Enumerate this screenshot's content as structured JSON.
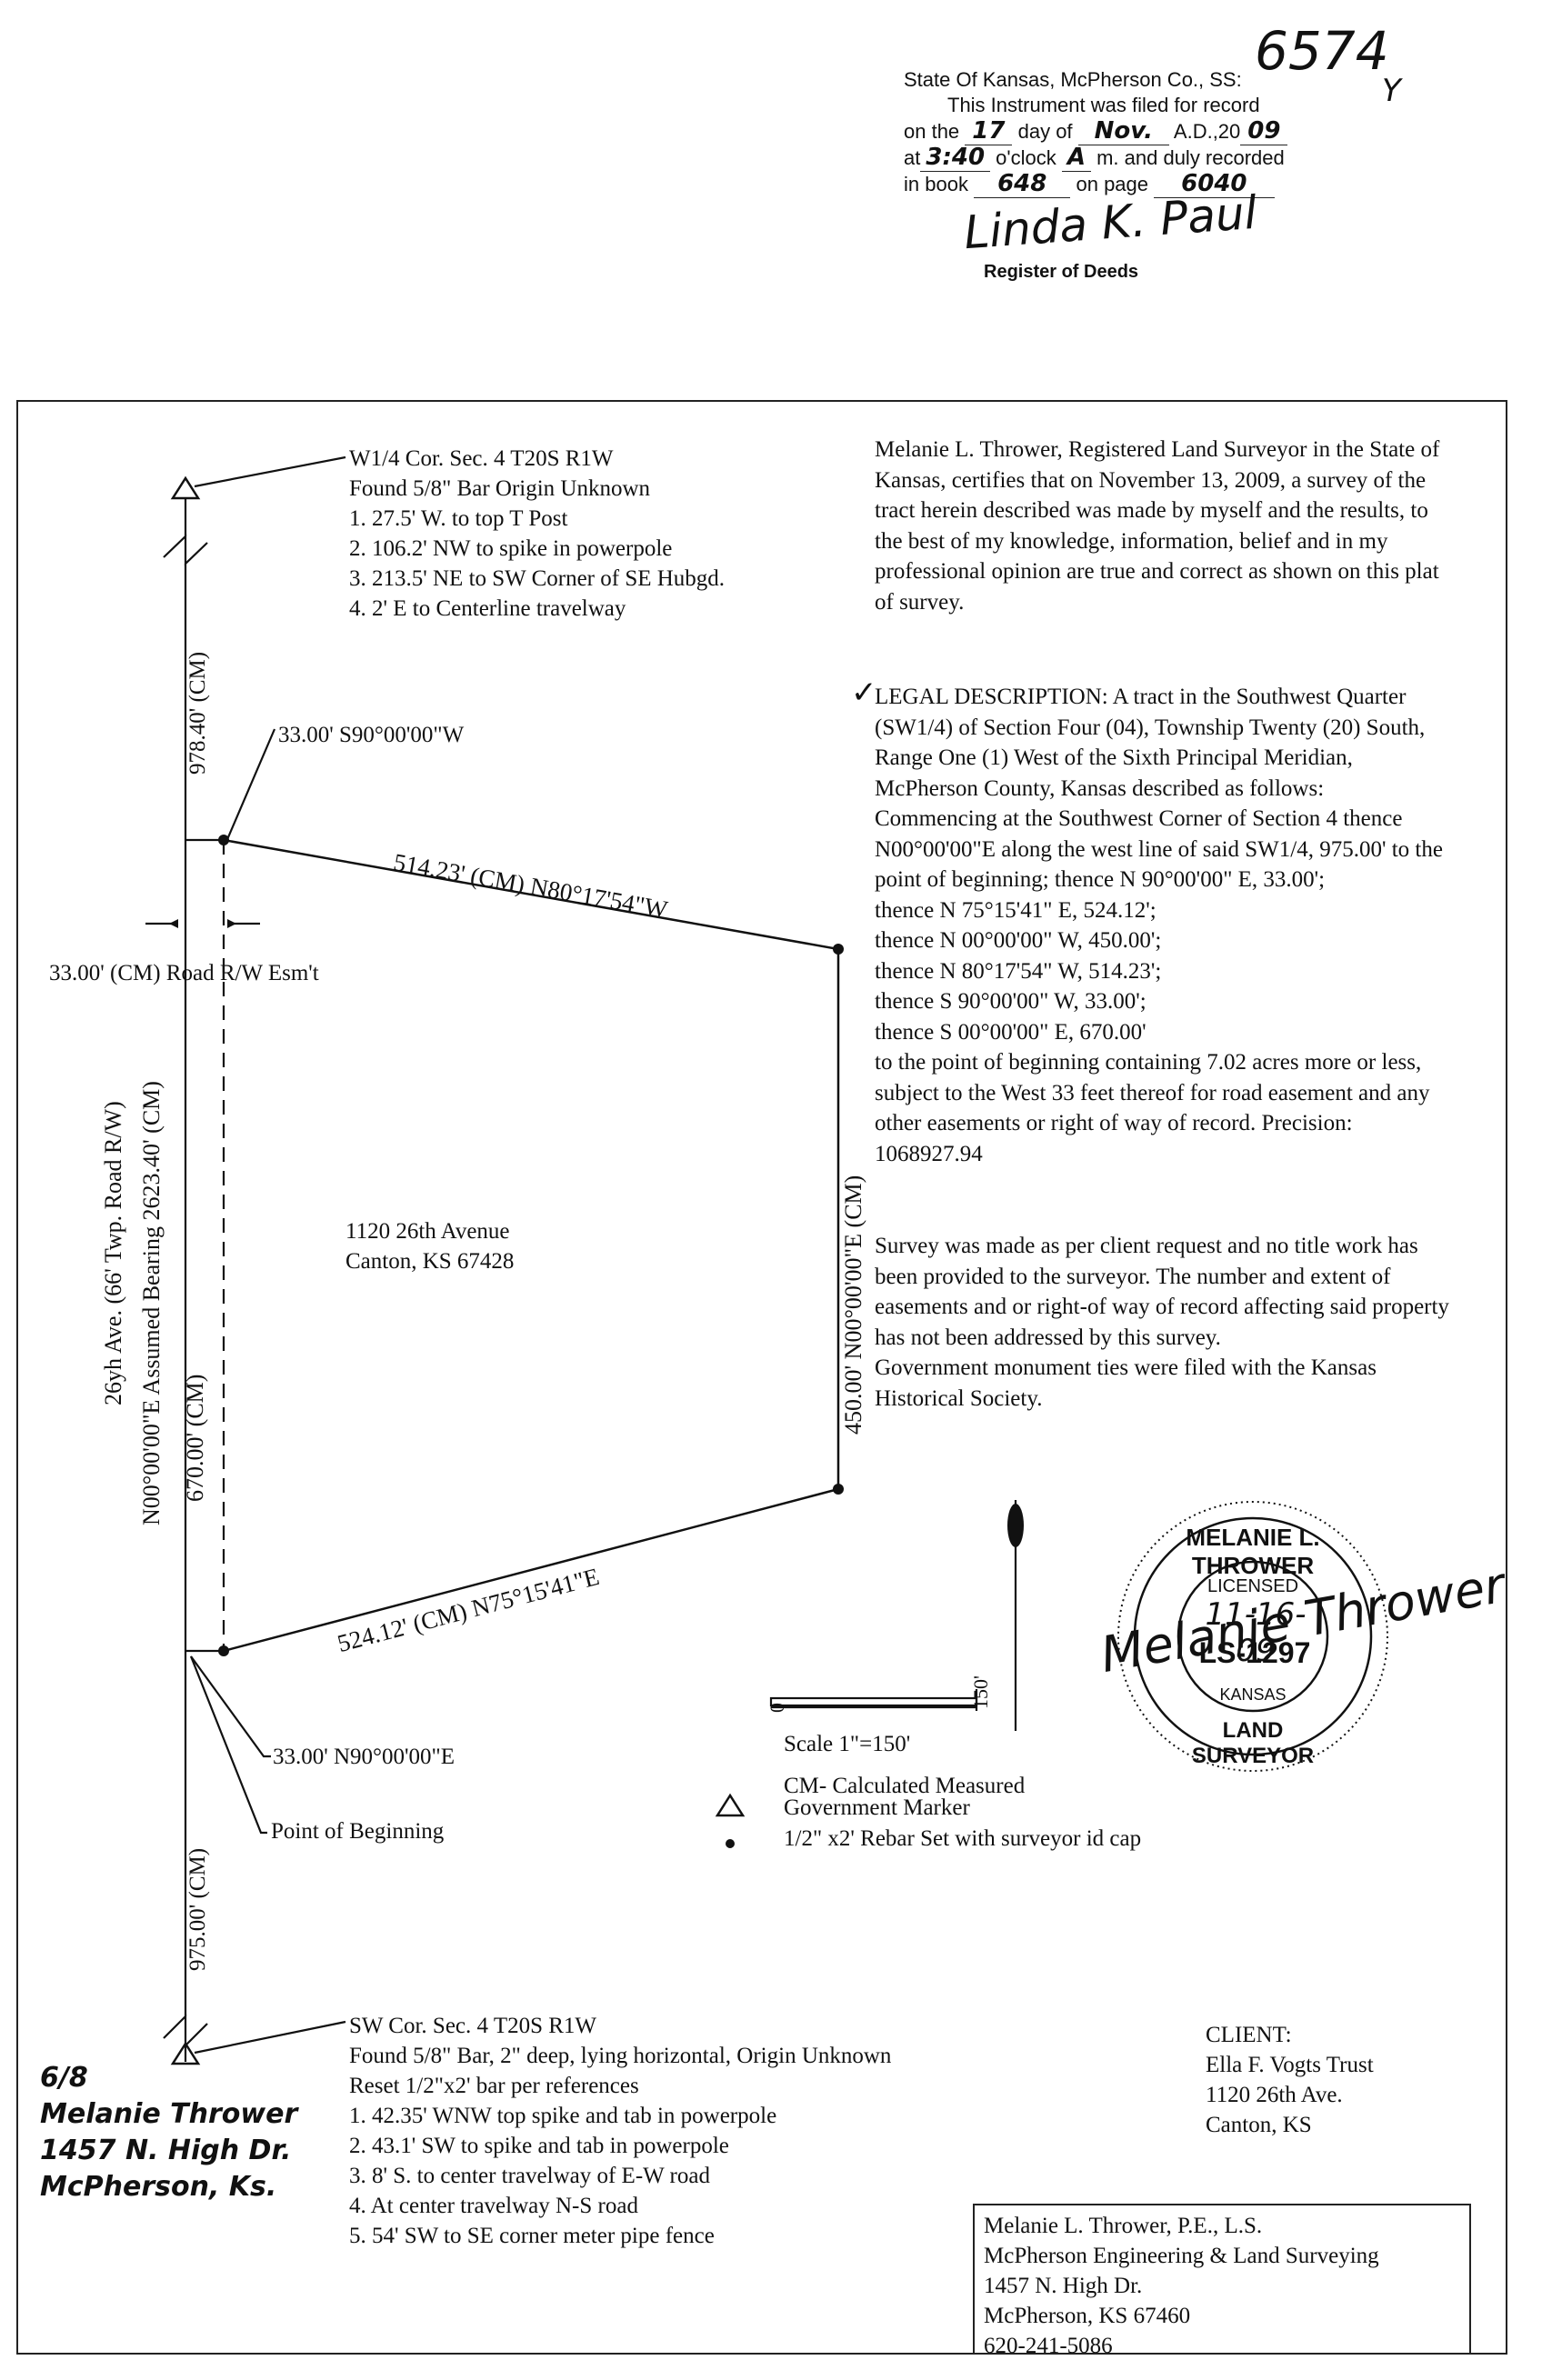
{
  "record": {
    "doc_number": "6574",
    "doc_mark": "Y",
    "line1": "State Of Kansas, McPherson Co., SS:",
    "line2": "This Instrument was filed for record",
    "on_the": "on the",
    "day_val": "17",
    "day_of": "day of",
    "month_val": "Nov.",
    "ad": "A.D.,20",
    "year_val": "09",
    "at": "at",
    "time_val": "3:40",
    "oclock": "o'clock",
    "ampm_val": "A",
    "recorded": "m. and duly recorded",
    "in_book": "in book",
    "book_val": "648",
    "on_page": "on page",
    "page_val": "6040",
    "signature": "Linda K. Paul",
    "register": "Register of Deeds"
  },
  "w14": {
    "heading": "W1/4 Cor. Sec. 4 T20S R1W",
    "found": "Found 5/8\" Bar Origin Unknown",
    "refs": [
      "1.  27.5' W. to top T Post",
      "2.  106.2' NW to spike in powerpole",
      "3.  213.5' NE to SW Corner of SE Hubgd.",
      "4.  2' E to Centerline travelway"
    ]
  },
  "plat": {
    "top_offset": "33.00' S90°00'00\"W",
    "north_line": "514.23' (CM) N80°17'54\"W",
    "road_esmt": "33.00' (CM) Road R/W Esm't",
    "dist_978": "978.40' (CM)",
    "road_name": "26yh Ave. (66' Twp. Road R/W)",
    "assumed_bearing": "N00°00'00\"E Assumed Bearing 2623.40' (CM)",
    "west_line": "670.00' (CM)",
    "east_line": "450.00' N00°00'00\"E (CM)",
    "address1": "1120 26th Avenue",
    "address2": "Canton, KS 67428",
    "south_line": "524.12' (CM) N75°15'41\"E",
    "bottom_offset": "33.00' N90°00'00\"E",
    "pob": "Point of Beginning",
    "dist_975": "975.00' (CM)",
    "scale_zero": "0",
    "scale_150": "150'",
    "scale_label": "Scale 1\"=150'"
  },
  "legend": {
    "cm": "CM- Calculated Measured",
    "gov_marker": "Government Marker",
    "rebar": "1/2\" x2' Rebar Set with surveyor id cap"
  },
  "certification": "Melanie L. Thrower, Registered Land Surveyor in the State of Kansas, certifies that on November 13, 2009, a survey of the tract herein described was made by myself and the results, to the best of my knowledge, information, belief and in my professional opinion are true and correct as shown on this plat of survey.",
  "legal": {
    "check": "✓",
    "heading": "LEGAL DESCRIPTION:",
    "intro": "A tract in the Southwest Quarter (SW1/4) of Section Four (04), Township Twenty (20) South, Range One (1) West of the Sixth Principal Meridian, McPherson County, Kansas described as follows:  Commencing at the Southwest Corner of Section 4 thence N00°00'00\"E along the west line of said SW1/4, 975.00' to the point of beginning; thence N 90°00'00\" E, 33.00';",
    "calls": [
      "thence N 75°15'41\" E, 524.12';",
      "thence N 00°00'00\" W, 450.00';",
      "thence  N 80°17'54\" W, 514.23';",
      "thence S 90°00'00\" W, 33.00';",
      "thence S 00°00'00\" E, 670.00'"
    ],
    "closing": "to the point of beginning containing 7.02 acres  more or less, subject to the West 33 feet thereof for road easement and any other easements or right of way of record. Precision: 1068927.94"
  },
  "notes": "Survey was made as per client request and no title work has been provided to the surveyor. The number and extent of easements and or right-of way of record affecting said property has not been addressed by this survey.",
  "notes2": "Government monument ties were filed with the Kansas Historical Society.",
  "seal": {
    "name": "MELANIE L. THROWER",
    "licensed": "LICENSED",
    "date": "11-16-09",
    "number": "LS-1297",
    "state": "KANSAS",
    "bottom": "LAND SURVEYOR",
    "signature": "Melanie Thrower"
  },
  "sw": {
    "heading": "SW Cor. Sec. 4 T20S R1W",
    "found": "Found 5/8\" Bar, 2\" deep, lying horizontal, Origin Unknown",
    "reset": "Reset 1/2\"x2' bar per references",
    "refs": [
      "1.  42.35' WNW top spike and tab in powerpole",
      "2.  43.1' SW to spike and tab in powerpole",
      "3.  8' S. to center travelway of E-W road",
      "4.  At center travelway N-S road",
      "5.  54' SW to SE corner meter pipe fence"
    ]
  },
  "client": {
    "label": "CLIENT:",
    "name": "Ella F. Vogts Trust",
    "addr1": "1120 26th Ave.",
    "addr2": "Canton, KS"
  },
  "firm": {
    "line1": "Melanie L. Thrower, P.E., L.S.",
    "line2": "McPherson Engineering & Land Surveying",
    "line3": "1457 N. High Dr.",
    "line4": "McPherson, KS  67460",
    "line5": "620-241-5086"
  },
  "handnote": {
    "date": "6/8",
    "name": "Melanie Thrower",
    "addr": "1457 N. High Dr.",
    "city": "McPherson, Ks."
  }
}
